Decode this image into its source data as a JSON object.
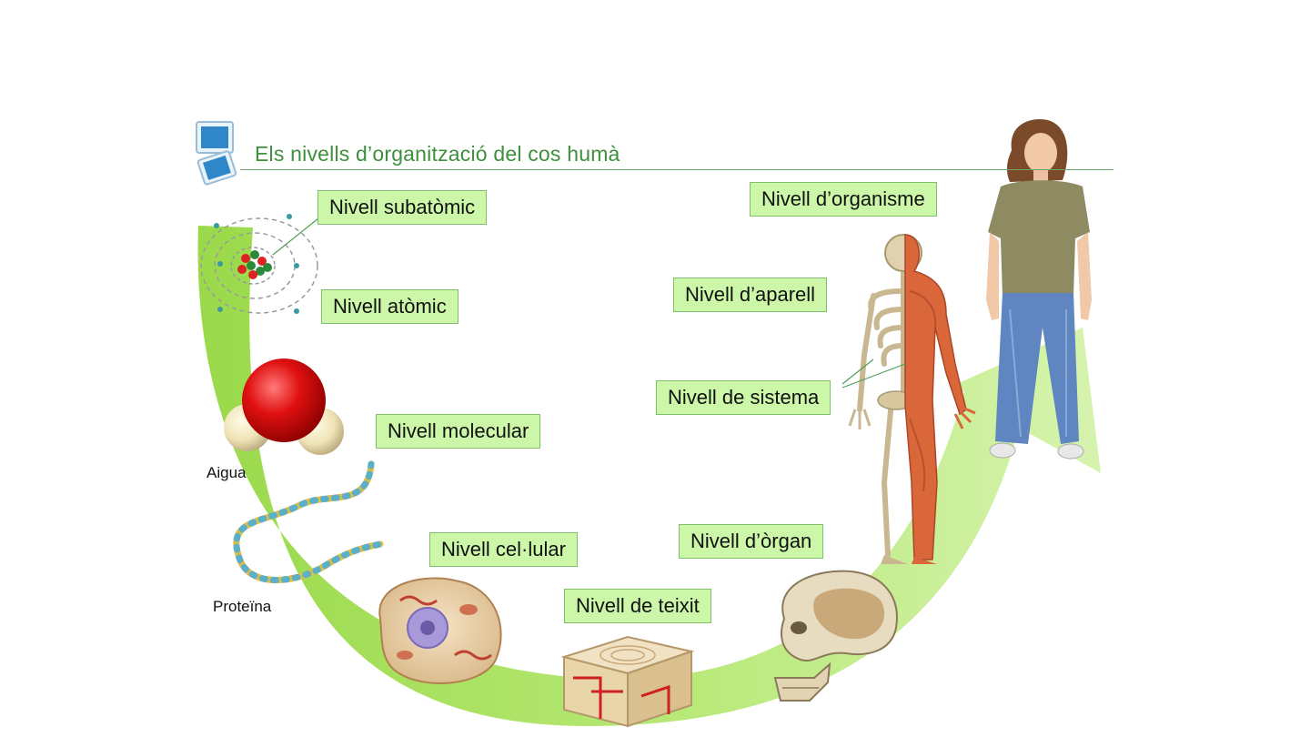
{
  "title": "Els nivells d’organització del cos humà",
  "levels": [
    {
      "id": "subatomic",
      "label": "Nivell subatòmic"
    },
    {
      "id": "atomic",
      "label": "Nivell atòmic"
    },
    {
      "id": "molecular",
      "label": "Nivell molecular"
    },
    {
      "id": "cellular",
      "label": "Nivell cel·lular"
    },
    {
      "id": "tissue",
      "label": "Nivell de teixit"
    },
    {
      "id": "organ",
      "label": "Nivell d’òrgan"
    },
    {
      "id": "system",
      "label": "Nivell de sistema"
    },
    {
      "id": "apparatus",
      "label": "Nivell d’aparell"
    },
    {
      "id": "organism",
      "label": "Nivell d’organisme"
    }
  ],
  "captions": {
    "water": "Aigua",
    "protein": "Proteïna"
  },
  "colors": {
    "arrow": "#a8e05a",
    "arrow_light": "#d2f2a6",
    "label_bg": "#ccf7a8",
    "label_border": "#7ec06b",
    "title": "#3f8f3c"
  },
  "icons": [
    "slide-icon",
    "atom-icon",
    "water-molecule-icon",
    "protein-chain-icon",
    "cell-icon",
    "bone-tissue-icon",
    "skull-icon",
    "anatomy-figure-icon",
    "person-figure-icon"
  ]
}
